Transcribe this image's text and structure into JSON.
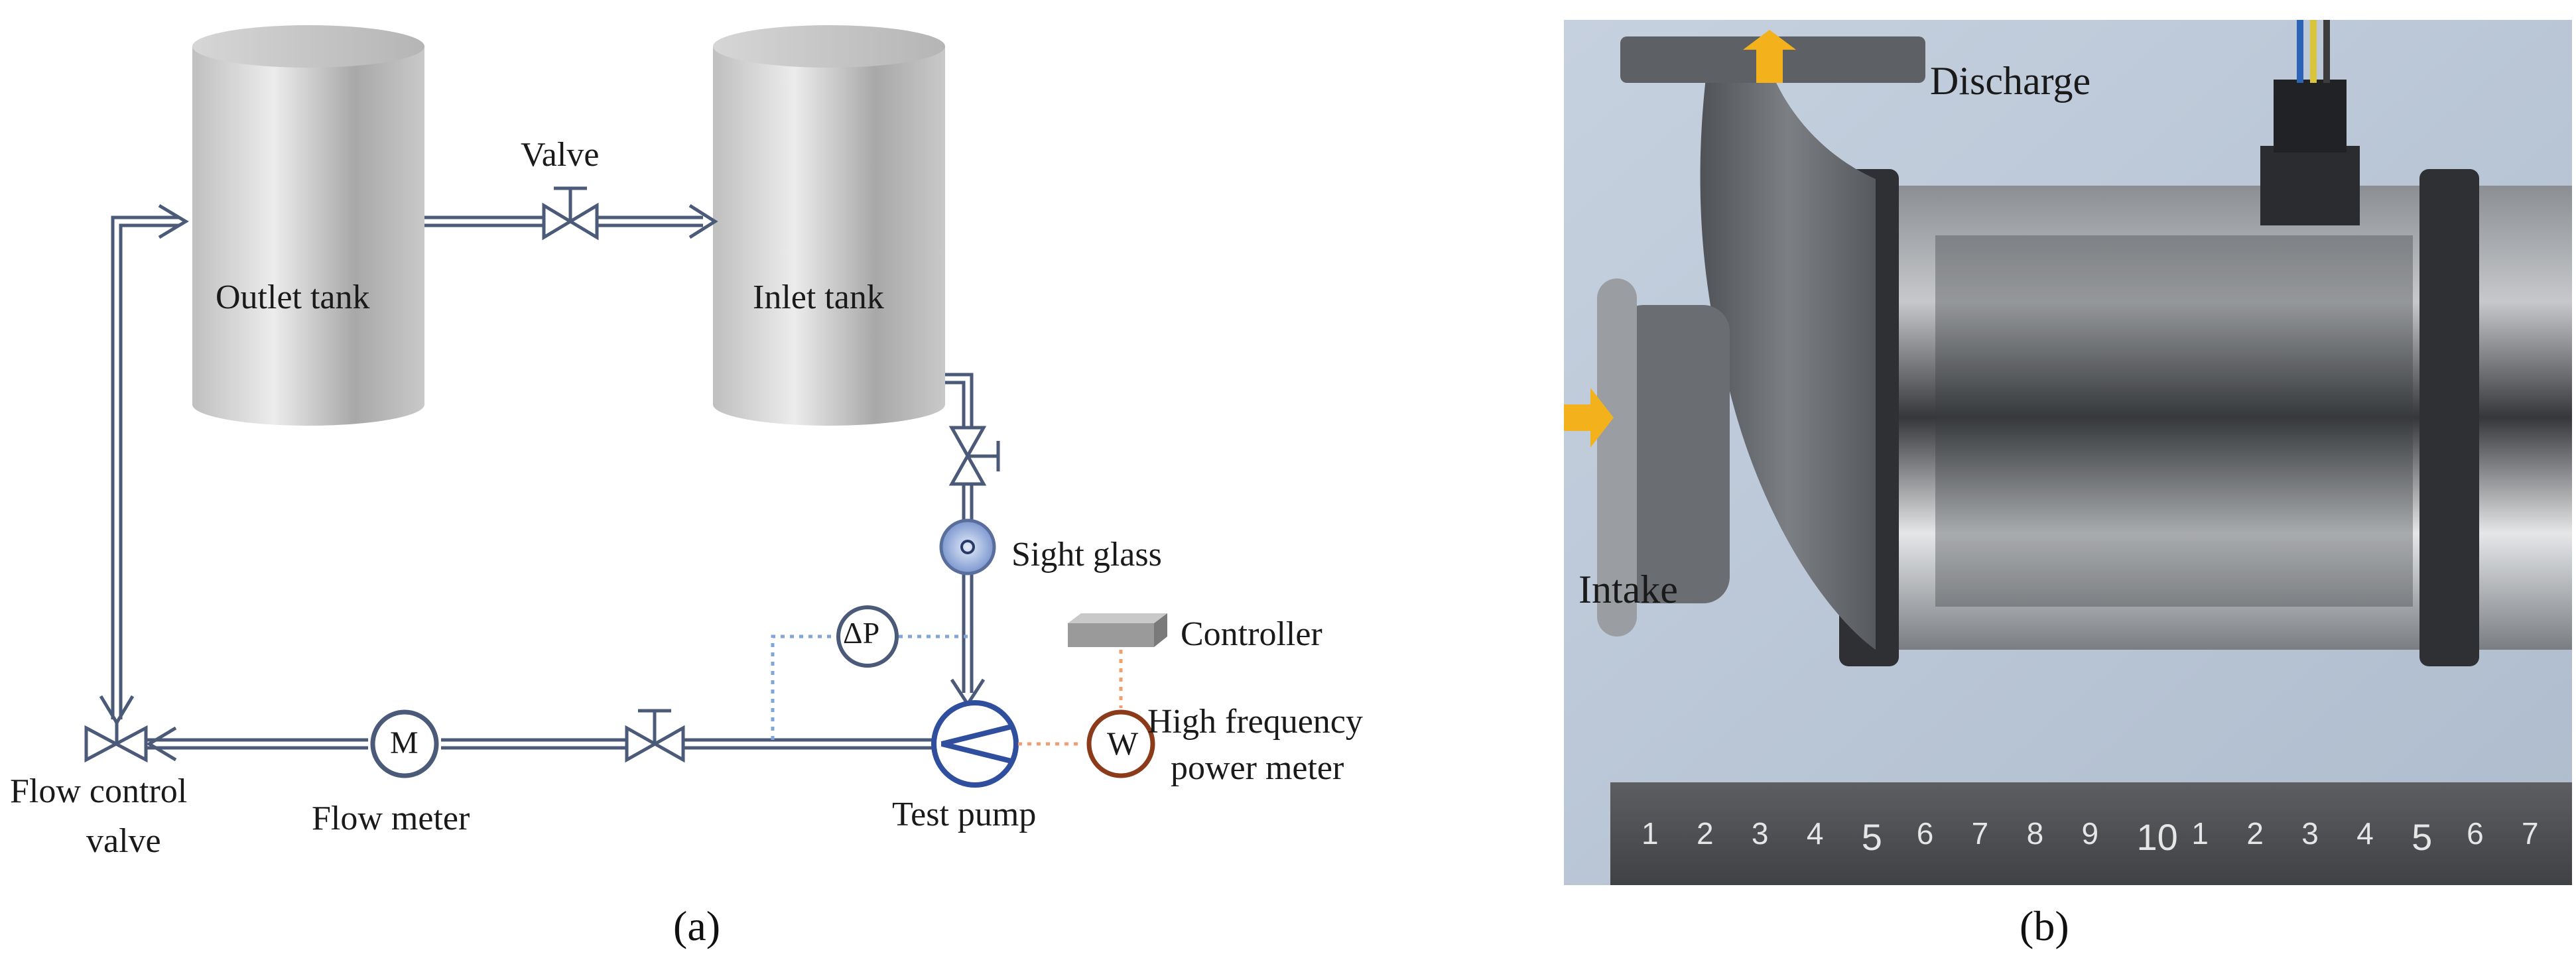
{
  "panel_a": {
    "caption": "(a)",
    "outlet_tank": "Outlet tank",
    "inlet_tank": "Inlet tank",
    "valve_top": "Valve",
    "sight_glass": "Sight glass",
    "delta_p_symbol": "ΔP",
    "controller": "Controller",
    "power_meter_symbol": "W",
    "power_meter_line1": "High frequency",
    "power_meter_line2": "power meter",
    "test_pump": "Test pump",
    "flow_meter_symbol": "M",
    "flow_meter": "Flow meter",
    "flow_control_line1": "Flow control",
    "flow_control_line2": "valve"
  },
  "panel_b": {
    "caption": "(b)",
    "discharge": "Discharge",
    "intake": "Intake",
    "ruler_ticks": [
      "1",
      "2",
      "3",
      "4",
      "5",
      "6",
      "7",
      "8",
      "9",
      "10",
      "1",
      "2",
      "3",
      "4",
      "5",
      "6",
      "7"
    ]
  },
  "colors": {
    "pipe": "#4a5a78",
    "pump_blue": "#2f4f9e",
    "dp_line": "#7fa6d6",
    "power_line": "#f0a070",
    "power_meter": "#8b3a1a",
    "photo_bg": "#b9c6d6",
    "arrow": "#f3b21c"
  }
}
